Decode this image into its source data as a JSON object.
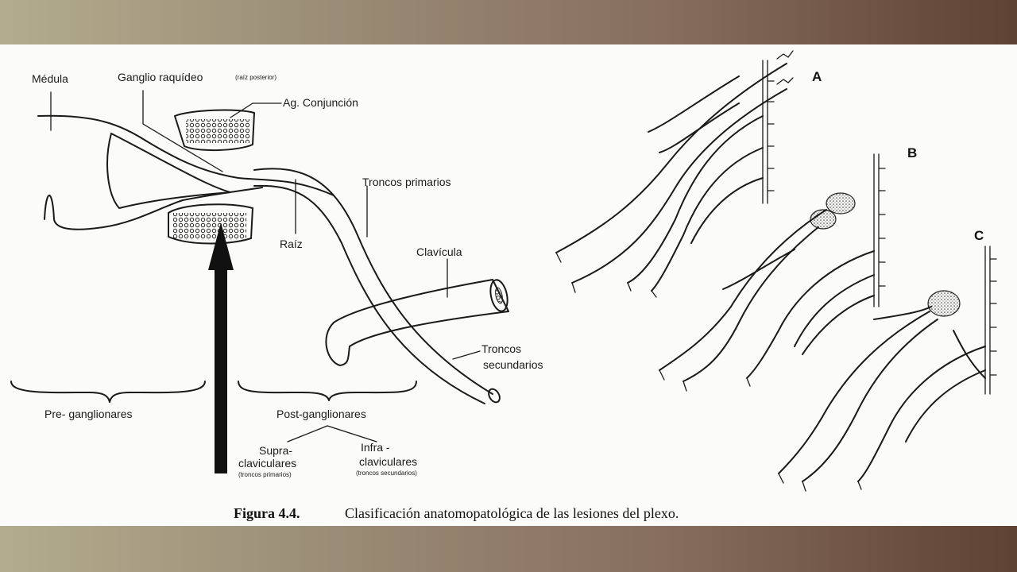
{
  "labels": {
    "medula": "Médula",
    "ganglio": "Ganglio raquídeo",
    "ganglio_note": "(raíz posterior)",
    "ag_conjuncion": "Ag. Conjunción",
    "troncos_primarios": "Troncos primarios",
    "raiz": "Raíz",
    "clavicula": "Clavícula",
    "troncos_secundarios_1": "Troncos",
    "troncos_secundarios_2": "secundarios",
    "pre_ganglionares": "Pre- ganglionares",
    "post_ganglionares": "Post-ganglionares",
    "supra_1": "Supra-",
    "supra_2": "claviculares",
    "supra_note": "(troncos primarios)",
    "infra_1": "Infra -",
    "infra_2": "claviculares",
    "infra_note": "(troncos secundarios)"
  },
  "panels": {
    "a": "A",
    "b": "B",
    "c": "C"
  },
  "caption": {
    "number": "Figura 4.4.",
    "text": "Clasificación anatomopatológica de las lesiones del plexo."
  }
}
